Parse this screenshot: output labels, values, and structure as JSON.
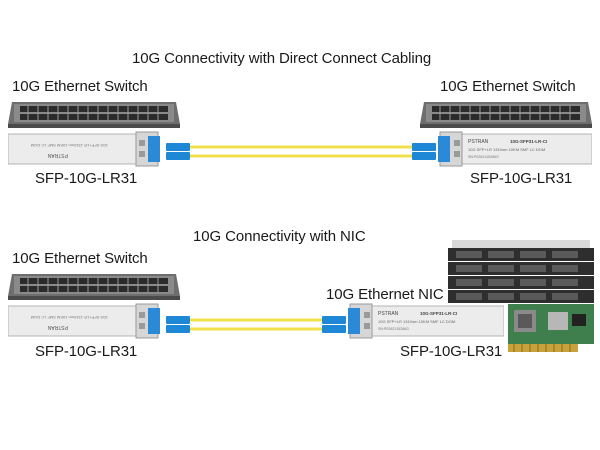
{
  "section_top": {
    "title": "10G Connectivity with Direct Connect Cabling",
    "left_device_label": "10G Ethernet Switch",
    "right_device_label": "10G Ethernet Switch",
    "left_module_label": "SFP-10G-LR31",
    "right_module_label": "SFP-10G-LR31"
  },
  "section_bottom": {
    "title": "10G Connectivity with NIC",
    "left_device_label": "10G Ethernet Switch",
    "right_device_label": "10G Ethernet NIC",
    "left_module_label": "SFP-10G-LR31",
    "right_module_label": "SFP-10G-LR31"
  },
  "module_print": {
    "brand": "PSTRAN",
    "part": "10G-SFP31-LR-CI",
    "spec": "10G SFP+LR 1310nm 10KM SMF LC DOM",
    "serial": "SN:P0262115286G"
  },
  "colors": {
    "cable": "#f2e04a",
    "connector": "#1e88d6",
    "switch_body": "#7a7a7a",
    "module_body": "#e9e9e9"
  }
}
